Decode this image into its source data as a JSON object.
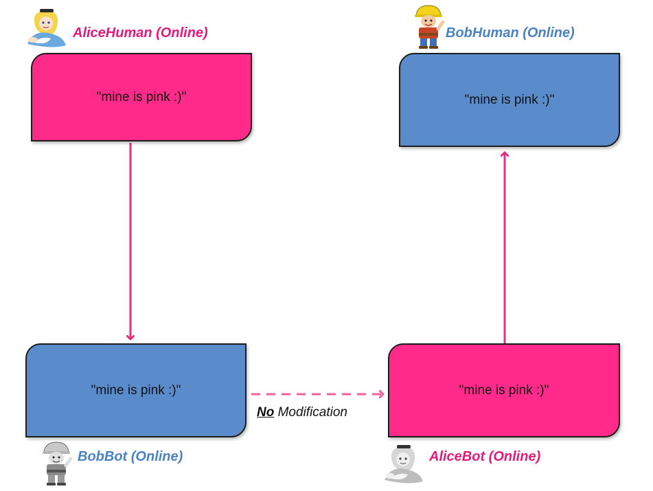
{
  "colors": {
    "alice": "#ff2a8a",
    "bob": "#5a8ccc",
    "alice_label": "#e31a7d",
    "bob_label": "#4a82c2",
    "arrow": "#e3307f"
  },
  "nodes": {
    "alice_human": {
      "label": "AliceHuman (Online)",
      "message": "\"mine is pink :)\"",
      "icon": "alice-avatar-icon"
    },
    "bob_human": {
      "label": "BobHuman (Online)",
      "message": "\"mine is pink :)\"",
      "icon": "bob-builder-avatar-icon"
    },
    "bob_bot": {
      "label": "BobBot (Online)",
      "message": "\"mine is pink :)\"",
      "icon": "bob-builder-grayscale-avatar-icon"
    },
    "alice_bot": {
      "label": "AliceBot (Online)",
      "message": "\"mine is pink :)\"",
      "icon": "alice-grayscale-avatar-icon"
    }
  },
  "edges": {
    "dashed_label_emphasis": "No",
    "dashed_label_rest": " Modification"
  }
}
